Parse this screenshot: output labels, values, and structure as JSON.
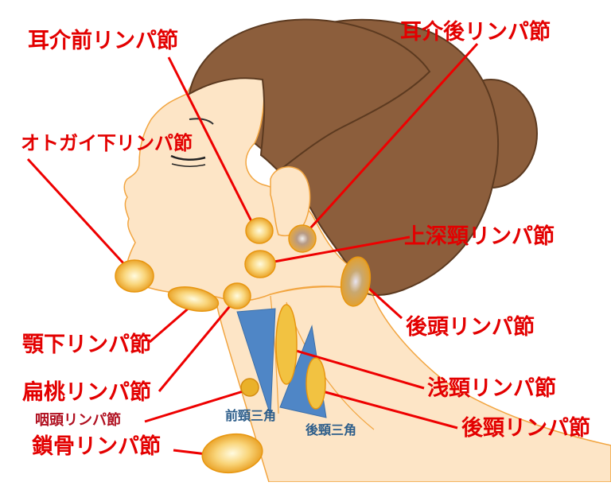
{
  "labels": {
    "preauricular": "耳介前リンパ節",
    "postauricular": "耳介後リンパ節",
    "parotid": "オトガイ下リンパ節",
    "upper_deep_cervical": "上深頸リンパ節",
    "occipital": "後頭リンパ節",
    "submandibular": "顎下リンパ節",
    "tonsillar": "扁桃リンパ節",
    "pharyngeal": "咽頭リンパ節",
    "superficial_cervical": "浅頸リンパ節",
    "posterior_cervical": "後頸リンパ節",
    "supraclavicular": "鎖骨リンパ節"
  },
  "triangles": {
    "anterior": "前頸三角",
    "posterior": "後頸三角"
  },
  "colors": {
    "label_red": "#e30000",
    "label_dark_red": "#b01020",
    "line_red": "#ee0000",
    "skin": "#fde3c2",
    "skin_outline": "#f0a040",
    "hair": "#8c5e3c",
    "node_fill": "#f7c05a",
    "node_outline": "#e8960f",
    "triangle_blue": "#4f86c6",
    "triangle_text": "#2c5d8a"
  }
}
